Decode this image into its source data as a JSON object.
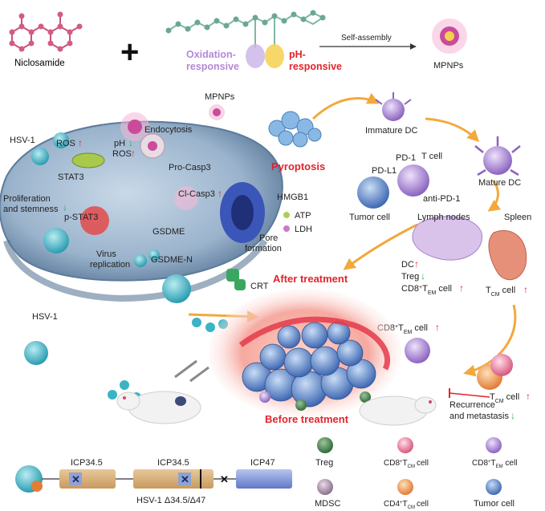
{
  "top": {
    "drug": "Niclosamide",
    "plus": "+",
    "oxidation_line1": "Oxidation-",
    "oxidation_line2": "responsive",
    "ph_line1": "pH-",
    "ph_line2": "responsive",
    "self_assembly": "Self-assembly",
    "mpnps": "MPNPs"
  },
  "cell": {
    "mpnps": "MPNPs",
    "hsv1": "HSV-1",
    "ros": "ROS",
    "ph": "pH",
    "ros2": "ROS",
    "endocytosis": "Endocytosis",
    "stat3": "STAT3",
    "p_stat3": "p-STAT3",
    "pro_casp3": "Pro-Casp3",
    "cl_casp3": "Cl-Casp3",
    "gsdme": "GSDME",
    "gsdme_n": "GSDME-N",
    "prolif_line1": "Proliferation",
    "prolif_line2": "and stemness",
    "virus_line1": "Virus",
    "virus_line2": "replication",
    "hsv1_outside": "HSV-1"
  },
  "pyro": {
    "pyroptosis": "Pyroptosis",
    "hmgb1": "HMGB1",
    "atp": "ATP",
    "ldh": "LDH",
    "pore_line1": "Pore",
    "pore_line2": "formation",
    "crt": "CRT"
  },
  "immune": {
    "immature_dc": "Immature DC",
    "mature_dc": "Mature DC",
    "pd1": "PD-1",
    "pdl1": "PD-L1",
    "tcell": "T cell",
    "anti_pd1": "anti-PD-1",
    "tumor_cell": "Tumor cell",
    "lymph_nodes": "Lymph nodes",
    "spleen": "Spleen",
    "dc": "DC",
    "treg": "Treg",
    "cd8tem_pre": "CD8",
    "cd8tem_sup": "+",
    "cd8tem_mid": "T",
    "cd8tem_sub": "EM",
    "cd8tem_post": " cell",
    "tcm_pre": "T",
    "tcm_sub": "CM",
    "tcm_post": " cell",
    "after_treatment": "After treatment",
    "before_treatment": "Before treatment",
    "recurrence_line1": "Recurrence",
    "recurrence_line2": "and metastasis"
  },
  "bottom": {
    "icp345_a": "ICP34.5",
    "icp345_b": "ICP34.5",
    "icp47": "ICP47",
    "virus_name": "HSV-1 Δ34.5/Δ47"
  },
  "legend": {
    "treg": "Treg",
    "mdsc": "MDSC",
    "cd8tcm_pre": "CD8",
    "cd8tcm_sup": "+",
    "cd8tcm_mid": "T",
    "cd8tcm_sub": "CM",
    "cd8tcm_post": "cell",
    "cd4tcm_pre": "CD4",
    "cd4tcm_sup": "+",
    "cd4tcm_mid": "T",
    "cd4tcm_sub": "CM",
    "cd4tcm_post": "cell",
    "cd8tem_pre": "CD8",
    "cd8tem_sup": "+",
    "cd8tem_mid": "T",
    "cd8tem_sub": "EM",
    "cd8tem_post": " cell",
    "tumor": "Tumor cell"
  },
  "colors": {
    "up_arrow": "#e4232b",
    "down_arrow": "#2bb24c",
    "orange_arrow": "#f2a93b",
    "cell_blue": "#6d8fb3",
    "virus_cyan": "#3ab3c4"
  }
}
